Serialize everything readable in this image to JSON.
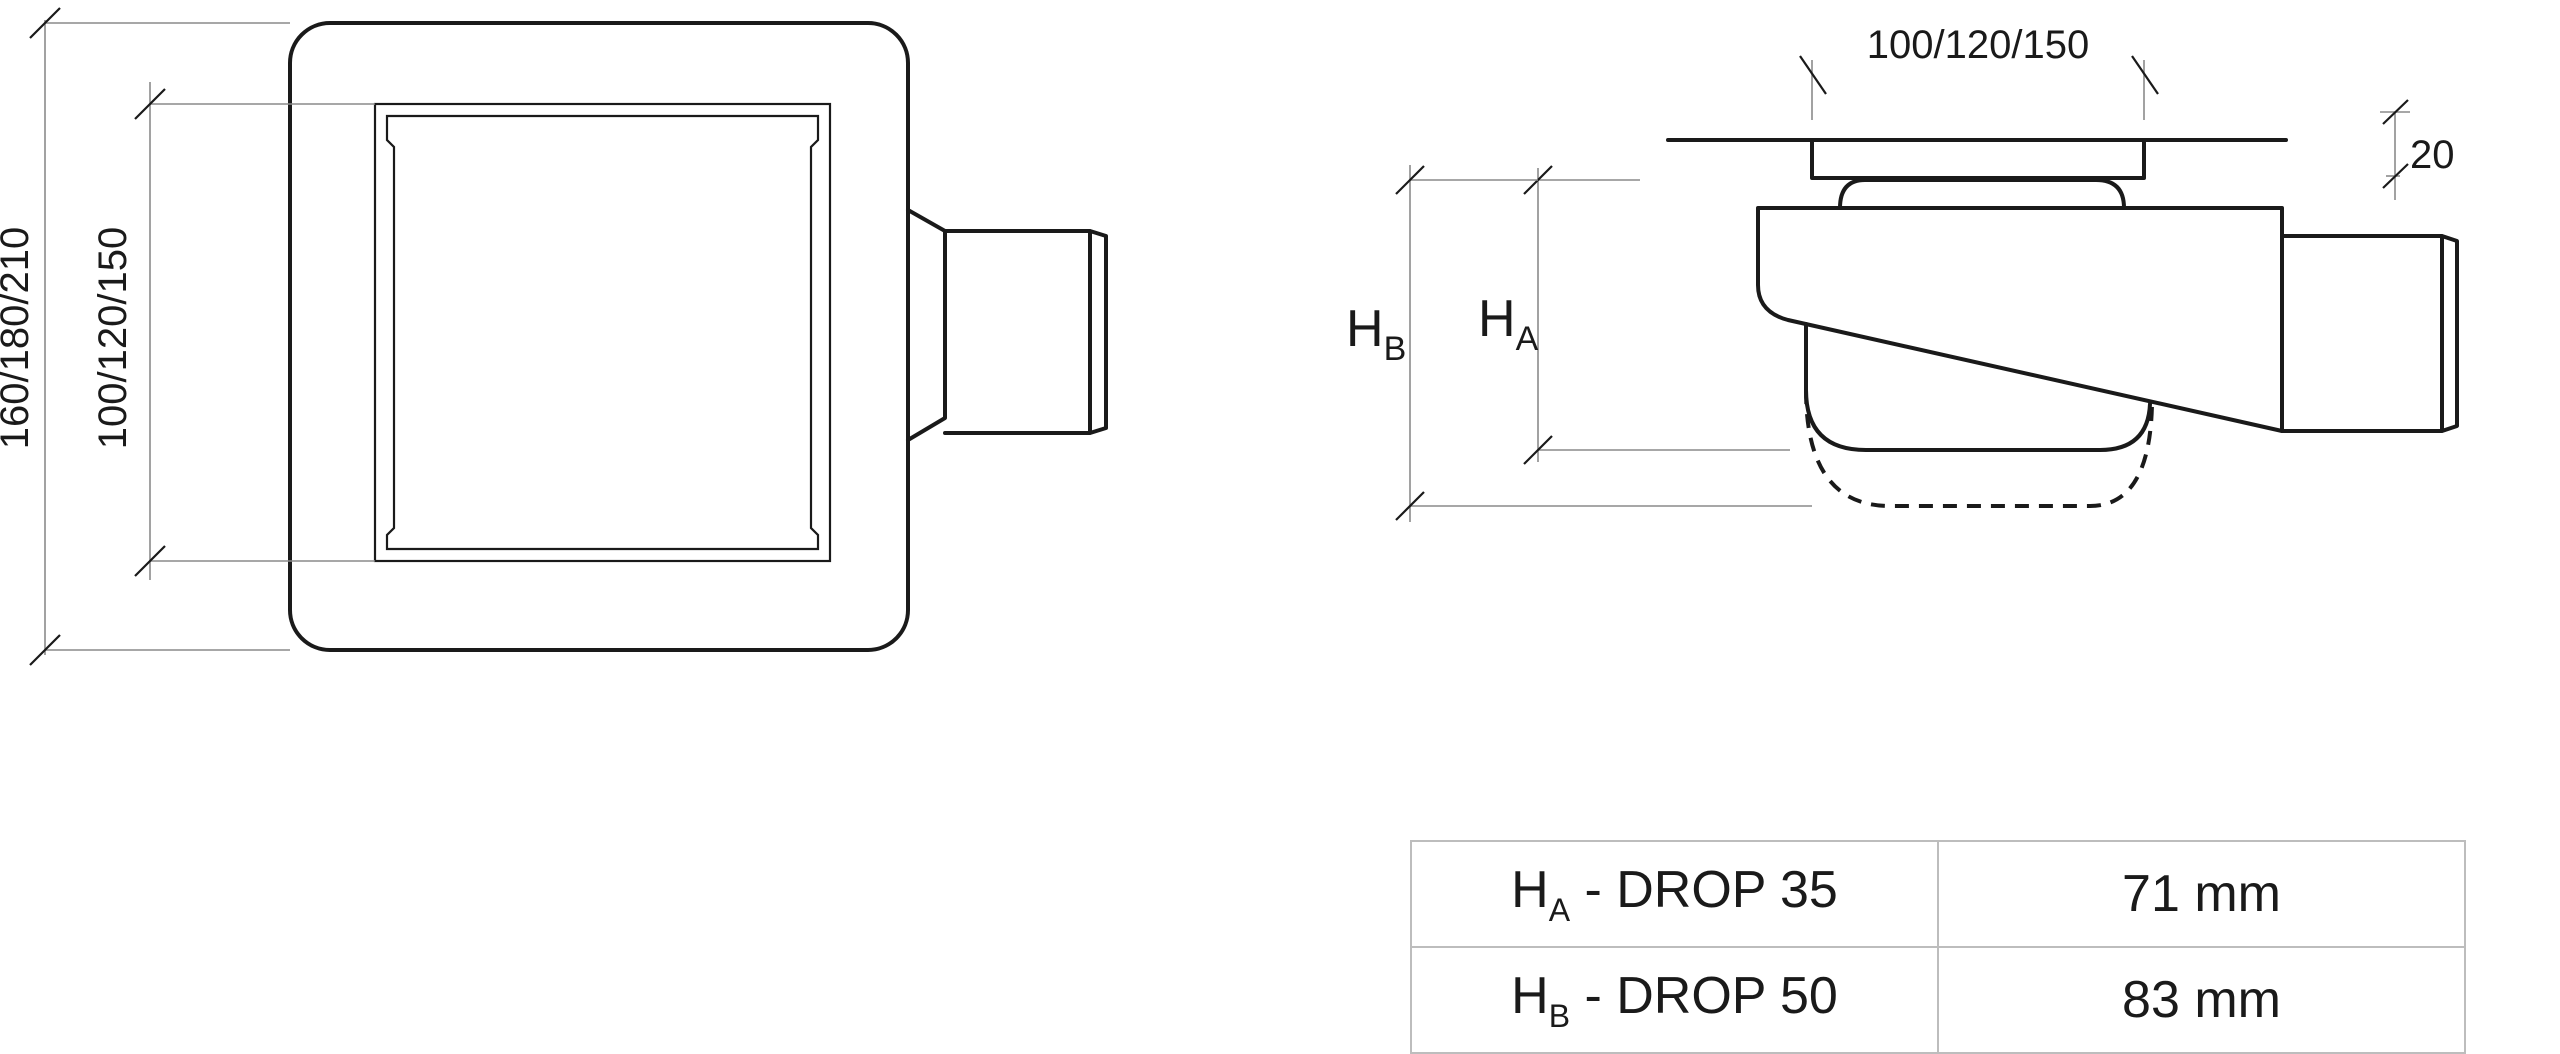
{
  "top_view": {
    "outer_dim_label": "160/180/210",
    "inner_dim_label": "100/120/150"
  },
  "side_view": {
    "grate_dim_label": "100/120/150",
    "thickness_label": "20",
    "ha_letter": "H",
    "ha_sub": "A",
    "hb_letter": "H",
    "hb_sub": "B"
  },
  "table": {
    "rows": [
      {
        "letter": "H",
        "sub": "A",
        "name": " - DROP 35",
        "value": "71 mm"
      },
      {
        "letter": "H",
        "sub": "B",
        "name": " - DROP 50",
        "value": "83 mm"
      }
    ]
  }
}
